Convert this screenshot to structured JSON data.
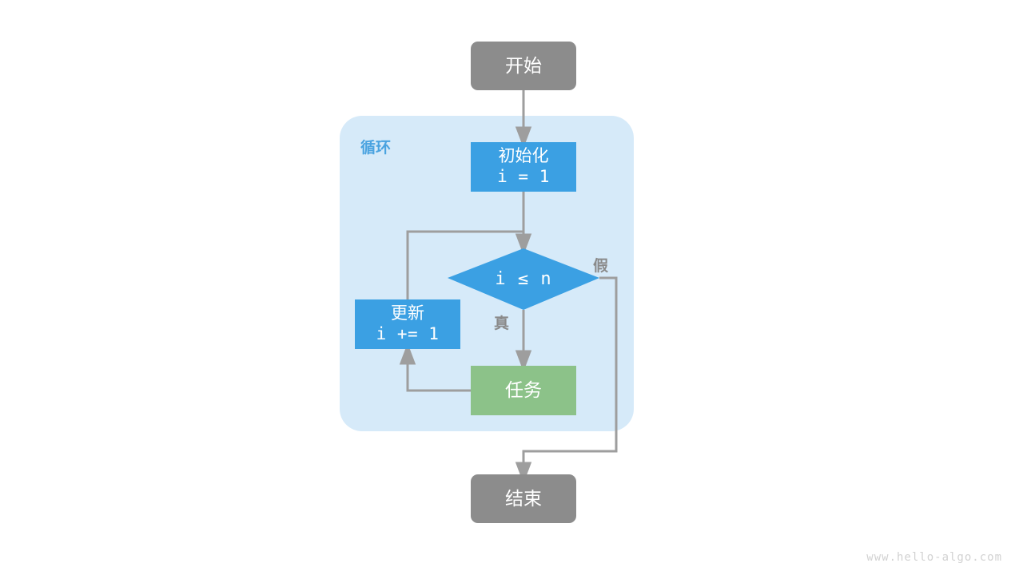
{
  "diagram": {
    "title_watermark": "www.hello-algo.com",
    "group": {
      "label": "循环",
      "color": "#d6eaf9",
      "label_color": "#4aa3e0"
    },
    "colors": {
      "terminal": "#8c8c8c",
      "process": "#3ba0e3",
      "task": "#8cc289",
      "edge": "#9e9e9e",
      "edge_label": "#8a8a8a",
      "background": "#ffffff"
    },
    "nodes": {
      "start": {
        "label": "开始",
        "shape": "terminal"
      },
      "init": {
        "label": "初始化",
        "code": "i = 1",
        "shape": "process"
      },
      "condition": {
        "label": "i ≤ n",
        "shape": "diamond"
      },
      "update": {
        "label": "更新",
        "code": "i += 1",
        "shape": "process"
      },
      "task": {
        "label": "任务",
        "shape": "process"
      },
      "end": {
        "label": "结束",
        "shape": "terminal"
      }
    },
    "edge_labels": {
      "true_branch": "真",
      "false_branch": "假"
    }
  }
}
